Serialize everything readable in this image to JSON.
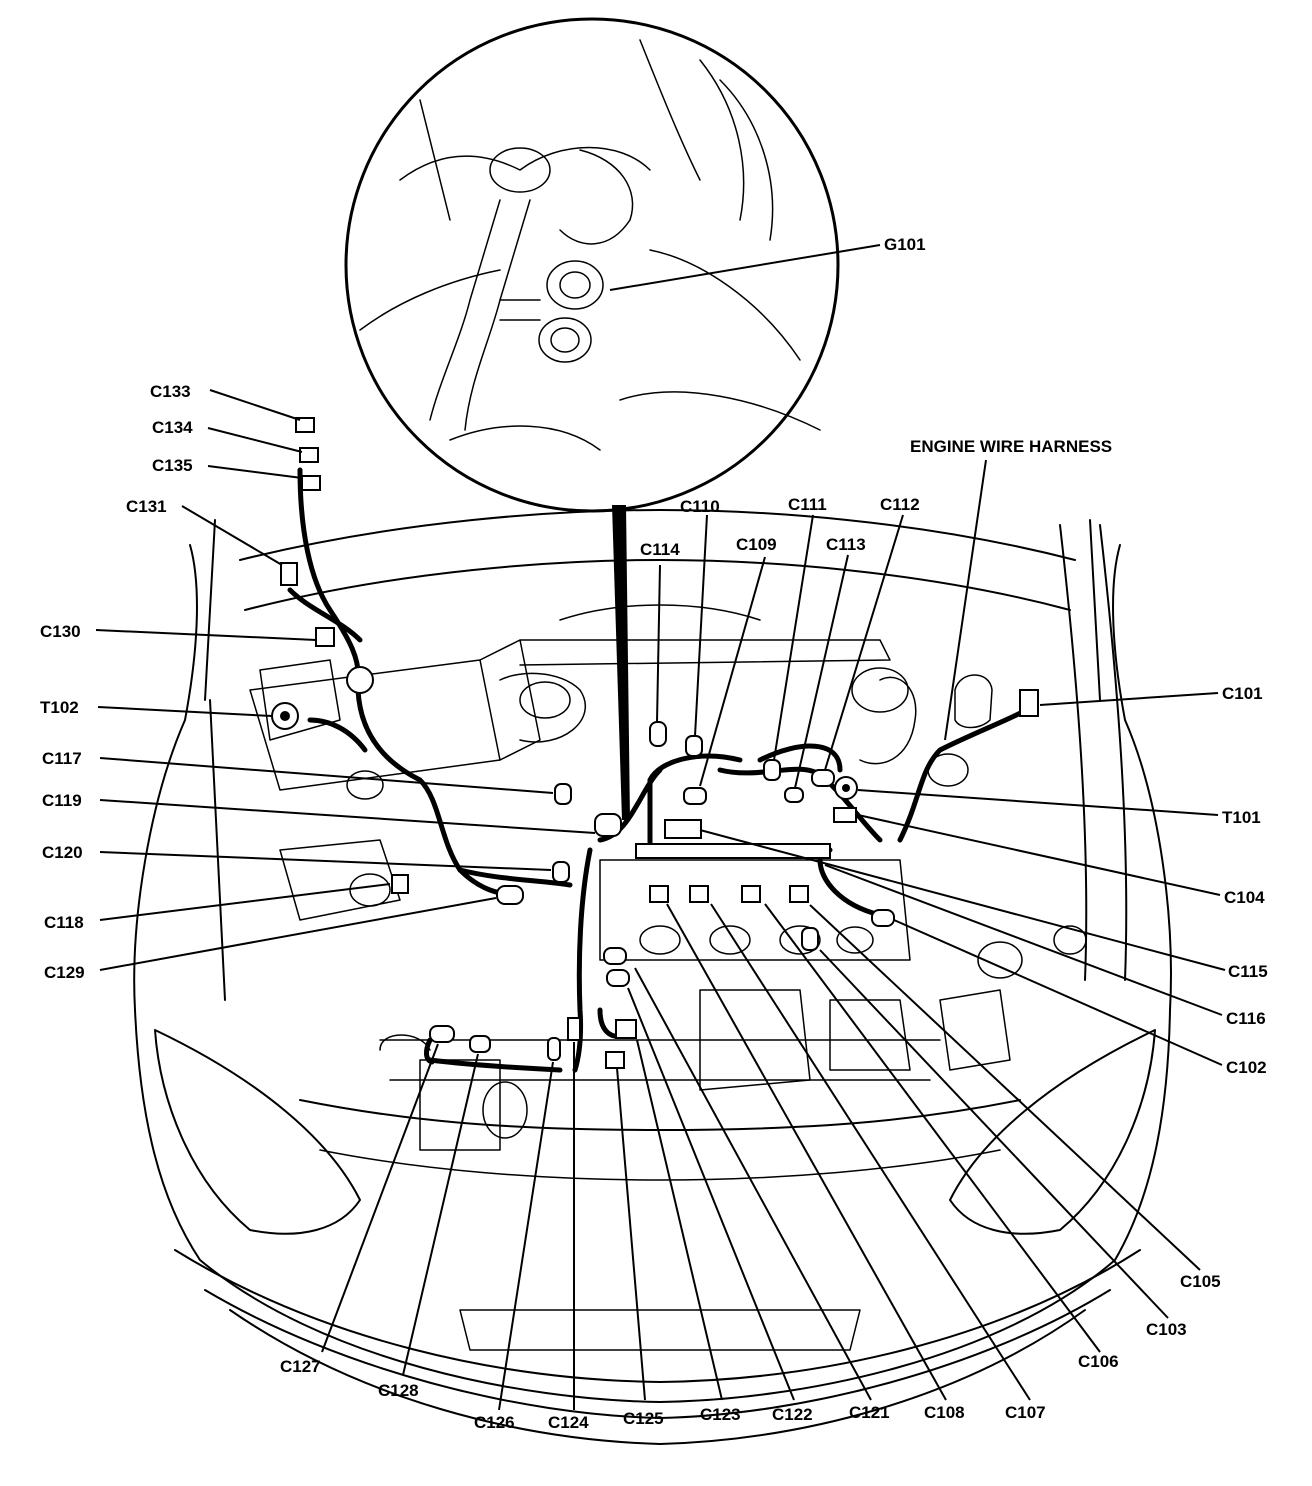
{
  "title": "ENGINE WIRE HARNESS",
  "ground_label": "G101",
  "labels": {
    "c101": "C101",
    "c102": "C102",
    "c103": "C103",
    "c104": "C104",
    "c105": "C105",
    "c106": "C106",
    "c107": "C107",
    "c108": "C108",
    "c109": "C109",
    "c110": "C110",
    "c111": "C111",
    "c112": "C112",
    "c113": "C113",
    "c114": "C114",
    "c115": "C115",
    "c116": "C116",
    "c117": "C117",
    "c118": "C118",
    "c119": "C119",
    "c120": "C120",
    "c121": "C121",
    "c122": "C122",
    "c123": "C123",
    "c124": "C124",
    "c125": "C125",
    "c126": "C126",
    "c127": "C127",
    "c128": "C128",
    "c129": "C129",
    "c130": "C130",
    "c131": "C131",
    "c133": "C133",
    "c134": "C134",
    "c135": "C135",
    "t101": "T101",
    "t102": "T102"
  }
}
